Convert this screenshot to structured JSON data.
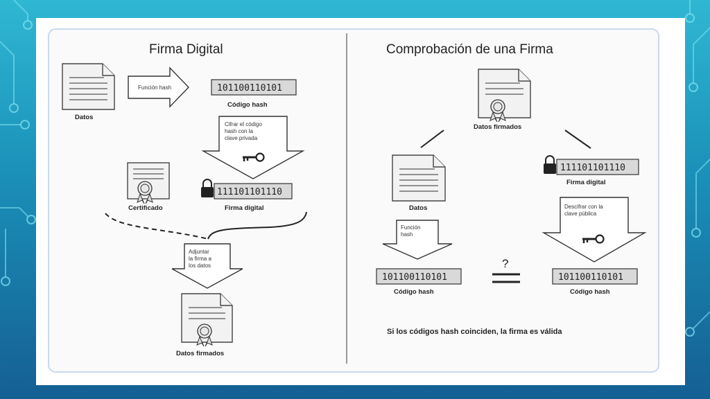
{
  "colors": {
    "slide_bg_top": "#2fb7d2",
    "slide_bg_bottom": "#155f93",
    "panel_bg": "#fafafa"
  },
  "left": {
    "title": "Firma Digital",
    "datos_label": "Datos",
    "hash_func_label": "Función hash",
    "hash_value": "101100110101",
    "hash_caption": "Código hash",
    "cifrar_label": [
      "Cifrar el código",
      "hash con la",
      "clave privada"
    ],
    "certificado_label": "Certificado",
    "signature_value": "111101101110",
    "signature_caption": "Firma digital",
    "adjuntar_label": [
      "Adjuntar",
      "la firma a",
      "los datos"
    ],
    "signed_label": "Datos firmados"
  },
  "right": {
    "title": "Comprobación de una Firma",
    "signed_label": "Datos firmados",
    "datos_label": "Datos",
    "signature_value": "111101101110",
    "signature_caption": "Firma digital",
    "hash_func_label": [
      "Función",
      "hash"
    ],
    "descifrar_label": [
      "Descifrar con la",
      "clave pública"
    ],
    "hash_value_left": "101100110101",
    "hash_caption_left": "Código hash",
    "question": "?",
    "hash_value_right": "101100110101",
    "hash_caption_right": "Código hash",
    "conclusion": "Si los códigos hash coinciden, la firma es válida"
  },
  "icons": [
    "document-icon",
    "certificate-icon",
    "key-icon",
    "lock-icon",
    "arrow-right-icon",
    "arrow-down-icon",
    "equals-icon"
  ]
}
